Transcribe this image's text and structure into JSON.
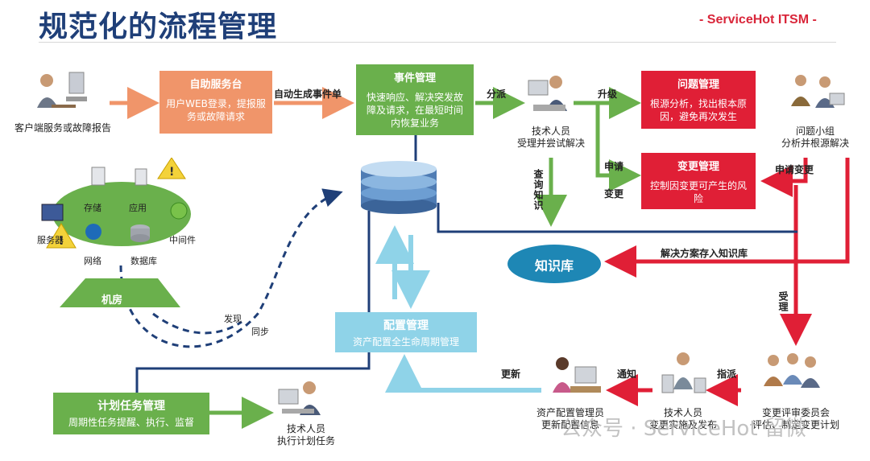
{
  "header": {
    "title": "规范化的流程管理",
    "brand": "- ServiceHot ITSM -"
  },
  "client": {
    "label": "客户端服务或故障报告"
  },
  "self_service": {
    "title": "自助服务台",
    "desc": "用户WEB登录，提报服务或故障请求"
  },
  "auto_ticket": {
    "label": "自动生成事件单"
  },
  "incident": {
    "title": "事件管理",
    "desc": "快速响应、解决突发故障及请求，在最短时间内恢复业务"
  },
  "dispatch": {
    "label": "分派"
  },
  "tech1": {
    "line1": "技术人员",
    "line2": "受理并尝试解决"
  },
  "escalate": {
    "label": "升级"
  },
  "problem": {
    "title": "问题管理",
    "desc": "根源分析，找出根本原因，避免再次发生"
  },
  "problem_group": {
    "line1": "问题小组",
    "line2": "分析并根源解决"
  },
  "apply": {
    "label1": "申请",
    "label2": "变更"
  },
  "change": {
    "title": "变更管理",
    "desc": "控制因变更可产生的风险"
  },
  "apply_change": {
    "label": "申请变更"
  },
  "query_kb": {
    "label": "查询知识"
  },
  "knowledge": {
    "label": "知识库"
  },
  "save_solution": {
    "label": "解决方案存入知识库"
  },
  "accept": {
    "label": "受理"
  },
  "datacenter": {
    "storage": "存储",
    "app": "应用",
    "server": "服务器",
    "middleware": "中间件",
    "network": "网络",
    "database": "数据库",
    "room": "机房"
  },
  "discover": {
    "label1": "发现",
    "label2": "同步"
  },
  "config": {
    "title": "配置管理",
    "desc": "资产配置全生命周期管理"
  },
  "update": {
    "label": "更新"
  },
  "asset_admin": {
    "line1": "资产配置管理员",
    "line2": "更新配置信息"
  },
  "notify": {
    "label": "通知"
  },
  "tech2": {
    "line1": "技术人员",
    "line2": "变更实施及发布"
  },
  "assign": {
    "label": "指派"
  },
  "cab": {
    "line1": "变更评审委员会",
    "line2": "评估、制定变更计划"
  },
  "planned": {
    "title": "计划任务管理",
    "desc": "周期性任务提醒、执行、监督"
  },
  "tech3": {
    "line1": "技术人员",
    "line2": "执行计划任务"
  },
  "watermark": {
    "text": "公众号 · ServiceHot 留微"
  },
  "colors": {
    "orange": "#f0956a",
    "green": "#6ab04c",
    "red": "#e01f36",
    "blue": "#8fd3e8",
    "navy": "#1f3f78"
  }
}
